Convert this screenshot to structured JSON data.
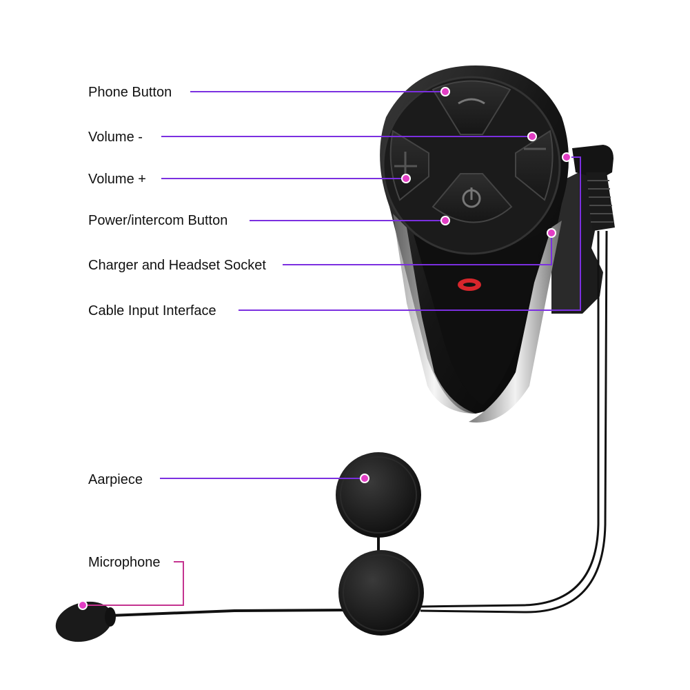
{
  "labels": {
    "phone_button": "Phone Button",
    "volume_minus": "Volume -",
    "volume_plus": "Volume +",
    "power_intercom": "Power/intercom Button",
    "charger_socket": "Charger and Headset Socket",
    "cable_input": "Cable Input Interface",
    "earpiece": "Aarpiece",
    "microphone": "Microphone"
  },
  "colors": {
    "callout_line": "#7b2fe0",
    "callout_line_mic": "#c4328f",
    "callout_dot": "#e23ec4",
    "device_body": "#141414",
    "chrome": "#c9c9c9",
    "led": "#d8262c"
  }
}
